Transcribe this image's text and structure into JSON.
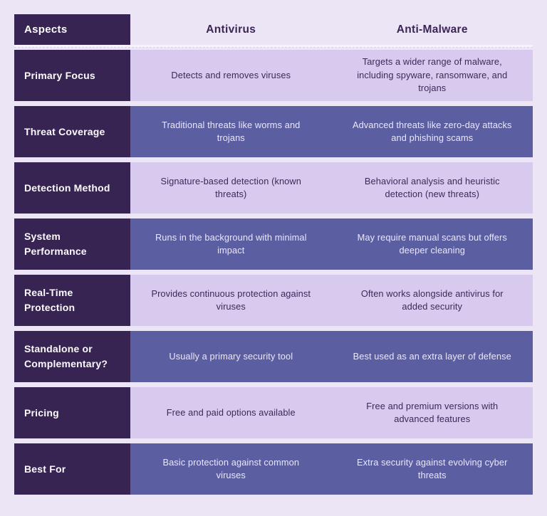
{
  "table": {
    "columns": [
      "Aspects",
      "Antivirus",
      "Anti-Malware"
    ],
    "rows": [
      {
        "aspect": "Primary Focus",
        "antivirus": "Detects and removes viruses",
        "antimalware": "Targets a wider range of malware, including spyware, ransomware, and trojans"
      },
      {
        "aspect": "Threat Coverage",
        "antivirus": "Traditional threats like worms and trojans",
        "antimalware": "Advanced threats like zero-day attacks and phishing scams"
      },
      {
        "aspect": "Detection Method",
        "antivirus": "Signature-based detection (known threats)",
        "antimalware": "Behavioral analysis and heuristic detection (new threats)"
      },
      {
        "aspect": "System Performance",
        "antivirus": "Runs in the background with minimal impact",
        "antimalware": "May require manual scans but offers deeper cleaning"
      },
      {
        "aspect": "Real-Time Protection",
        "antivirus": "Provides continuous protection against viruses",
        "antimalware": "Often works alongside antivirus for added security"
      },
      {
        "aspect": "Standalone or Complementary?",
        "antivirus": "Usually a primary security tool",
        "antimalware": "Best used as an extra layer of defense"
      },
      {
        "aspect": "Pricing",
        "antivirus": "Free and paid options available",
        "antimalware": "Free and premium versions with advanced features"
      },
      {
        "aspect": "Best For",
        "antivirus": "Basic protection against common viruses",
        "antimalware": "Extra security against evolving cyber threats"
      }
    ]
  },
  "colors": {
    "page_background": "#ece5f6",
    "aspect_column": "#372452",
    "row_light": "#d8c9ee",
    "row_dark": "#5b5fa2",
    "header_text": "#3a2556",
    "light_row_text": "#3a2a58",
    "dark_row_text": "#ebe7f8"
  }
}
